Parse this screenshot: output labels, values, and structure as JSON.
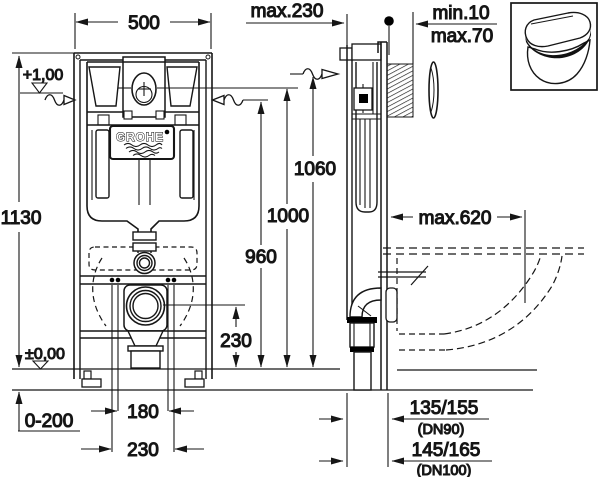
{
  "front": {
    "width": "500",
    "height": "1130",
    "level_top": "+1,00",
    "level_floor": "±0,00",
    "foot_range": "0-200",
    "fixing_width_inner": "180",
    "fixing_width_outer": "230",
    "outlet_height": "230",
    "logo_text": "GROHE"
  },
  "side": {
    "frame_depth": "max.230",
    "finish_min": "min.10",
    "finish_max": "max.70",
    "height_top": "1060",
    "height_actuator": "1000",
    "height_supply": "960",
    "pan_clearance": "max.620",
    "outlet_dn90": "135/155",
    "outlet_dn90_note": "(DN90)",
    "outlet_dn100": "145/165",
    "outlet_dn100_note": "(DN100)"
  }
}
